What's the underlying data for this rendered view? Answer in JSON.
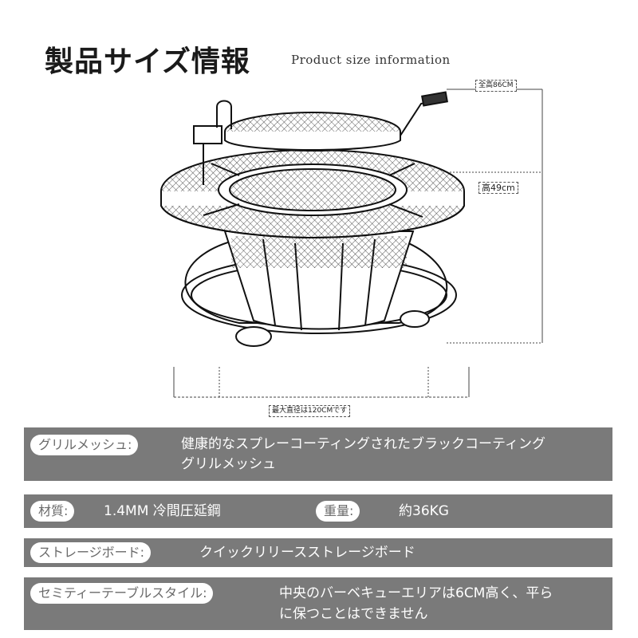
{
  "header": {
    "title_jp": "製品サイズ情報",
    "title_en": "Product size information"
  },
  "dimensions": {
    "total_height": "全高86CM",
    "height": "高49cm",
    "max_diameter": "最大直径は120CMです"
  },
  "specs": {
    "mesh": {
      "label": "グリルメッシュ:",
      "line1": "健康的なスプレーコーティングされたブラックコーティング",
      "line2": "グリルメッシュ"
    },
    "material": {
      "label": "材質:",
      "value": "1.4MM 冷間圧延鋼",
      "weight_label": "重量:",
      "weight_value": "約36KG"
    },
    "storage": {
      "label": "ストレージボード:",
      "value": "クイックリリースストレージボード"
    },
    "table_style": {
      "label": "セミティーテーブルスタイル:",
      "line1": "中央のバーベキューエリアは6CM高く、平ら",
      "line2": "に保つことはできません"
    }
  },
  "colors": {
    "row_bg": "#7a7a7a",
    "pill_bg": "#ffffff",
    "pill_text": "#6a6a6a"
  }
}
